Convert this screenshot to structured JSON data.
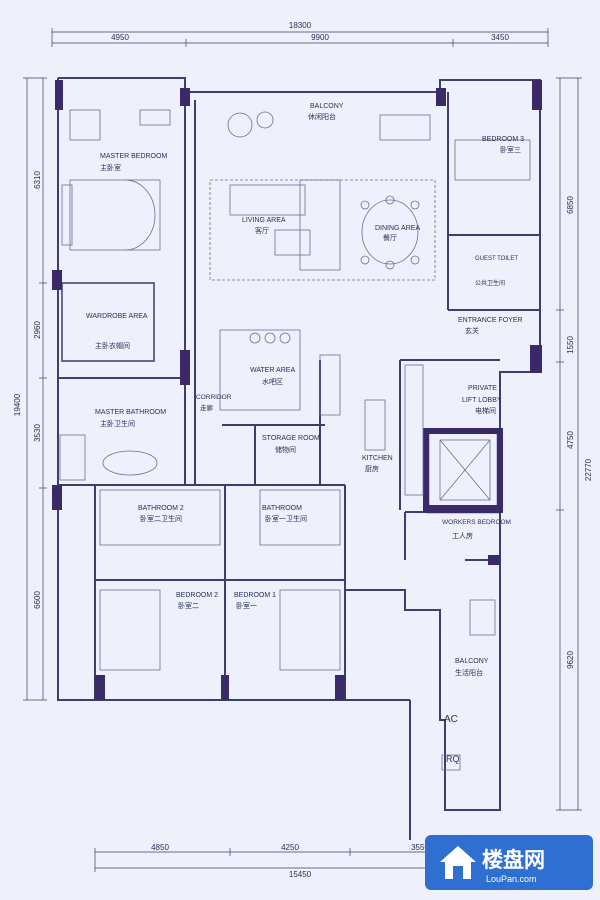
{
  "colors": {
    "background": "#eef0fb",
    "wall": "#3b3f6b",
    "column": "#3a2a6a",
    "text": "#2a2f5a",
    "logo": "#2f6fd1"
  },
  "dimensions": {
    "top_total": "18300",
    "top_1": "4950",
    "top_2": "9900",
    "top_3": "3450",
    "left_1": "6310",
    "left_2": "2960",
    "left_3": "3530",
    "left_4": "6600",
    "left_total": "19400",
    "right_1": "6850",
    "right_2": "1550",
    "right_3": "4750",
    "right_4": "9620",
    "right_total": "22770",
    "bottom_1": "4850",
    "bottom_2": "4250",
    "bottom_3": "3550",
    "bottom_total": "15450"
  },
  "rooms": {
    "master_bedroom_en": "MASTER BEDROOM",
    "master_bedroom_cn": "主卧室",
    "balcony_en": "BALCONY",
    "balcony_cn": "休闲阳台",
    "bedroom3_en": "BEDROOM 3",
    "bedroom3_cn": "卧室三",
    "living_en": "LIVING AREA",
    "living_cn": "客厅",
    "dining_en": "DINING AREA",
    "dining_cn": "餐厅",
    "guest_toilet_en": "GUEST TOILET",
    "guest_toilet_cn": "公共卫生间",
    "wardrobe_en": "WARDROBE AREA",
    "wardrobe_cn": "主卧衣帽间",
    "entrance_en": "ENTRANCE FOYER",
    "entrance_cn": "玄关",
    "water_en": "WATER AREA",
    "water_cn": "水吧区",
    "corridor_en": "CORRIDOR",
    "corridor_cn": "走廊",
    "private_lobby_en1": "PRIVATE",
    "private_lobby_en2": "LIFT LOBBY",
    "private_lobby_cn": "电梯间",
    "master_bath_en": "MASTER BATHROOM",
    "master_bath_cn": "主卧卫生间",
    "storage_en": "STORAGE ROOM",
    "storage_cn": "储物间",
    "kitchen_en": "KITCHEN",
    "kitchen_cn": "厨房",
    "bath2_en": "BATHROOM 2",
    "bath2_cn": "卧室二卫生间",
    "bath1_en": "BATHROOM",
    "bath1_cn": "卧室一卫生间",
    "workers_en": "WORKERS BEDROOM",
    "workers_cn": "工人房",
    "bedroom2_en": "BEDROOM 2",
    "bedroom2_cn": "卧室二",
    "bedroom1_en": "BEDROOM 1",
    "bedroom1_cn": "卧室一",
    "service_balcony_en": "BALCONY",
    "service_balcony_cn": "生活阳台",
    "ac": "AC",
    "rq": "RQ"
  },
  "logo": {
    "name": "楼盘网",
    "url": "LouPan.com",
    "icon": "house-icon"
  }
}
